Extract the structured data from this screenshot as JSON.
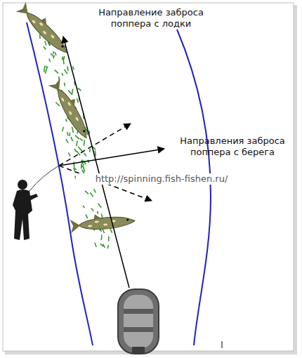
{
  "diagram": {
    "labels": [
      "Направление заброса поппера с лодки",
      "Направления заброса поппера с берега",
      "http://spinning.fish-fishen.ru/"
    ]
  }
}
